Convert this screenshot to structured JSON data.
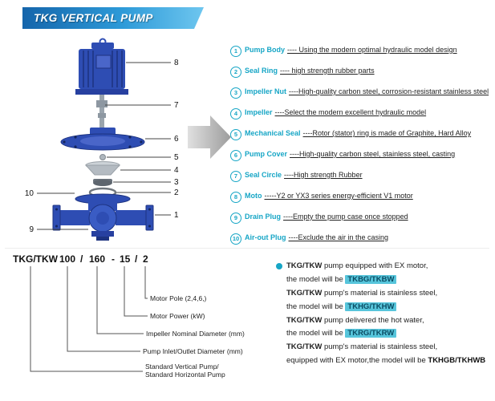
{
  "header": {
    "title": "TKG VERTICAL PUMP"
  },
  "colors": {
    "banner_blue_dark": "#1565ab",
    "banner_blue_light": "#6ec6ef",
    "accent_teal": "#17a6c6",
    "chip_bg": "#57c5db",
    "chip_text": "#0a4c63",
    "pump_blue": "#2e4db3",
    "pump_blue_dark": "#1d3380",
    "metal_gray": "#b4bbc2",
    "arrow_gray": "#b5b5b5"
  },
  "parts_list": [
    {
      "num": "1",
      "name": "Pump Body",
      "desc": "---- Using the modern optimal hydraulic model design"
    },
    {
      "num": "2",
      "name": "Seal Ring",
      "desc": "---- high strength rubber parts"
    },
    {
      "num": "3",
      "name": "Impeller Nut",
      "desc": "----High-quality carbon steel, corrosion-resistant stainless steel"
    },
    {
      "num": "4",
      "name": "Impeller",
      "desc": "----Select the modern excellent hydraulic model"
    },
    {
      "num": "5",
      "name": "Mechanical Seal",
      "desc": "----Rotor (stator) ring is made of Graphite, Hard Alloy"
    },
    {
      "num": "6",
      "name": "Pump Cover",
      "desc": "----High-quality carbon steel, stainless steel, casting"
    },
    {
      "num": "7",
      "name": "Seal Circle",
      "desc": "----High strength Rubber"
    },
    {
      "num": "8",
      "name": "Moto",
      "desc": "-----Y2 or YX3 series energy-efficient V1 motor"
    },
    {
      "num": "9",
      "name": "Drain Plug",
      "desc": "----Empty the pump case once stopped"
    },
    {
      "num": "10",
      "name": "Air-out Plug",
      "desc": "----Exclude the air in the casing"
    }
  ],
  "diagram": {
    "callouts": [
      "8",
      "7",
      "6",
      "5",
      "4",
      "3",
      "2",
      "10",
      "1",
      "9"
    ]
  },
  "model_code": {
    "segments": [
      "TKG/TKW",
      "100",
      "/",
      "160",
      "-",
      "15",
      "/",
      "2"
    ],
    "labels": [
      "Motor Pole (2,4,6,)",
      "Motor Power  (kW)",
      "Impeller Nominal Diameter (mm)",
      "Pump Inlet/Outlet Diameter (mm)",
      "Standard Vertical Pump/",
      "Standard  Horizontal Pump"
    ]
  },
  "notes": [
    {
      "bold_prefix": "TKG/TKW",
      "rest": " pump equipped with EX motor,",
      "line2": "the model will be ",
      "model": "TKBG/TKBW"
    },
    {
      "bold_prefix": "TKG/TKW",
      "rest": " pump's material is stainless steel,",
      "line2": "the model will be ",
      "model": "TKHG/TKHW"
    },
    {
      "bold_prefix": "TKG/TKW",
      "rest": " pump delivered the hot water,",
      "line2": "the model will be ",
      "model": "TKRG/TKRW"
    },
    {
      "bold_prefix": "TKG/TKW",
      "rest": " pump's material is stainless steel,",
      "line2": "equipped with EX motor,the model will be ",
      "model": "TKHGB/TKHWB"
    }
  ]
}
